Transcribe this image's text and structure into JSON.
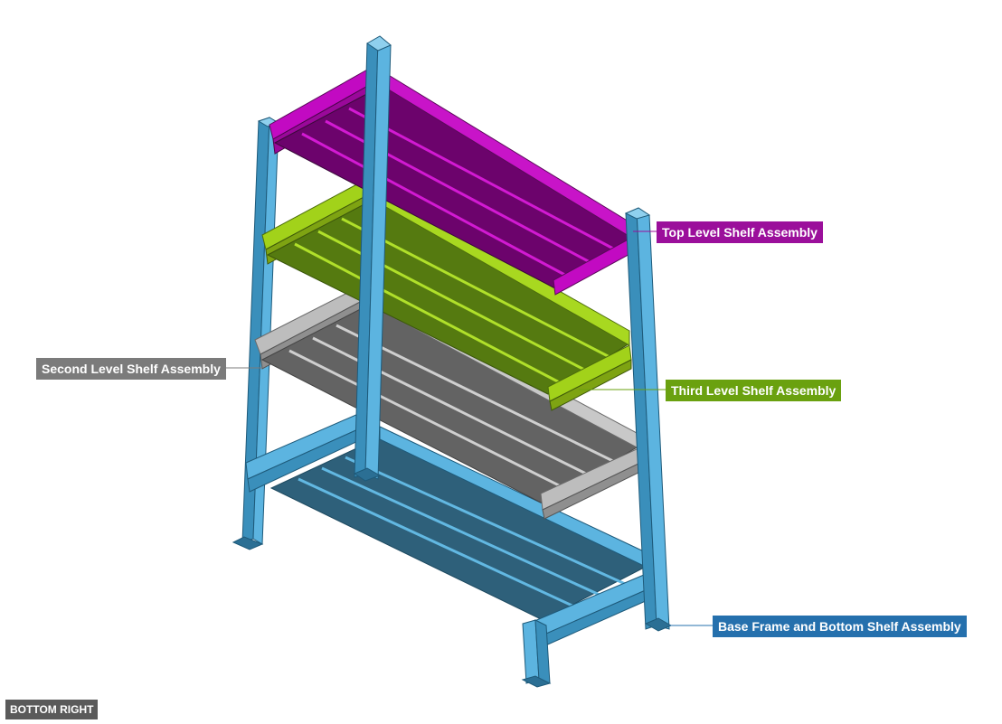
{
  "view": {
    "label": "BOTTOM RIGHT",
    "bg": "#5a5a5a"
  },
  "callouts": {
    "top": {
      "label": "Top Level Shelf Assembly",
      "color": "#9b0f9b"
    },
    "third": {
      "label": "Third Level Shelf Assembly",
      "color": "#6aa10f"
    },
    "second": {
      "label": "Second Level Shelf Assembly",
      "color": "#7b7b7b"
    },
    "base": {
      "label": "Base Frame and Bottom Shelf Assembly",
      "color": "#2570ad"
    }
  },
  "colors": {
    "post_face": "#5cb4e0",
    "post_edge": "#1e5a7a",
    "base_shelf": "#2e607a",
    "top_shelf": "#6c036c",
    "top_trim": "#c20ac2",
    "third_shelf": "#557a10",
    "third_trim": "#a2d21a",
    "second_shelf": "#636363",
    "second_trim": "#bdbdbd"
  }
}
